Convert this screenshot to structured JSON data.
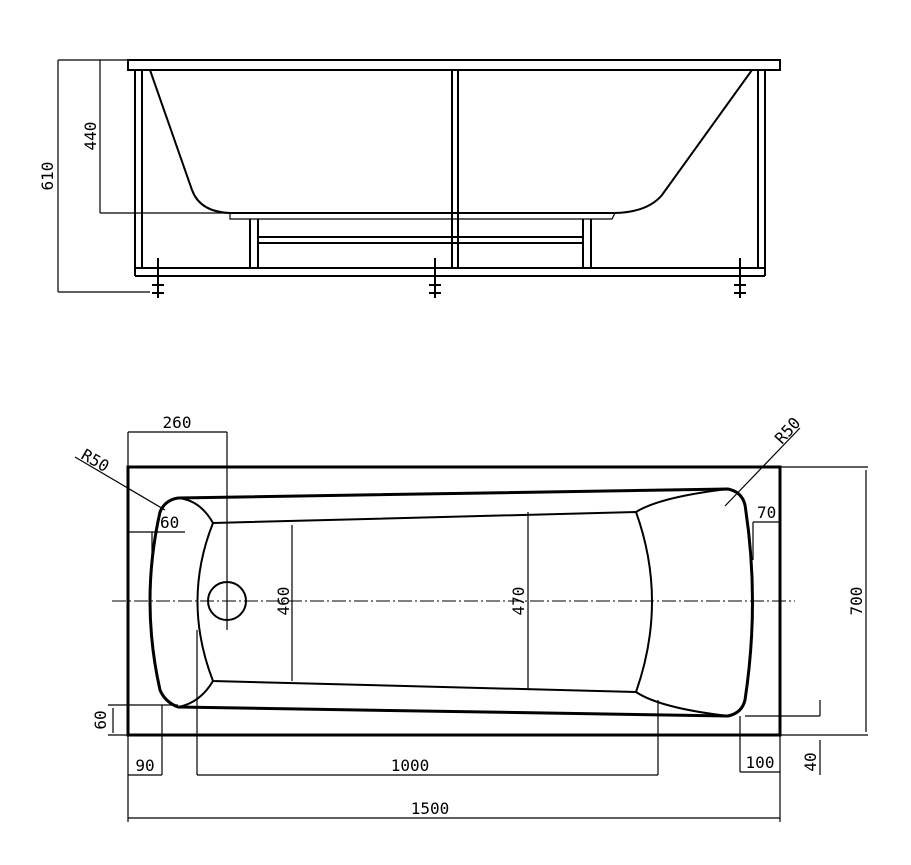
{
  "drawing": {
    "side_view": {
      "dimensions": {
        "overall_height": "610",
        "tub_depth": "440"
      }
    },
    "plan_view": {
      "dimensions": {
        "drain_offset": "260",
        "corner_radius_left": "R50",
        "corner_radius_right": "R50",
        "headrest_inset_left": "60",
        "headrest_inset_right": "70",
        "inner_width_left": "460",
        "inner_width_right": "470",
        "rim_width_side": "60",
        "rim_left_end": "90",
        "floor_length": "1000",
        "rim_right_end": "100",
        "rim_offset_side": "40",
        "overall_width": "700",
        "overall_length": "1500"
      }
    }
  }
}
